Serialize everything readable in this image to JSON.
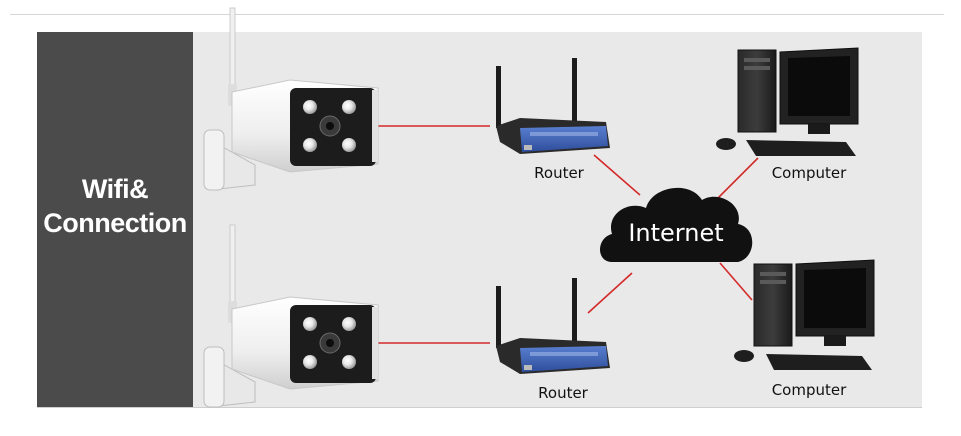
{
  "side_title_line1": "Wifi&",
  "side_title_line2": "Connection",
  "cloud_label": "Internet",
  "routers": [
    {
      "label": "Router"
    },
    {
      "label": "Router"
    }
  ],
  "computers": [
    {
      "label": "Computer"
    },
    {
      "label": "Computer"
    }
  ],
  "colors": {
    "panel": "#4b4b4b",
    "stage": "#e9e9e9",
    "link": "#d42a2a",
    "cloud": "#111111"
  }
}
